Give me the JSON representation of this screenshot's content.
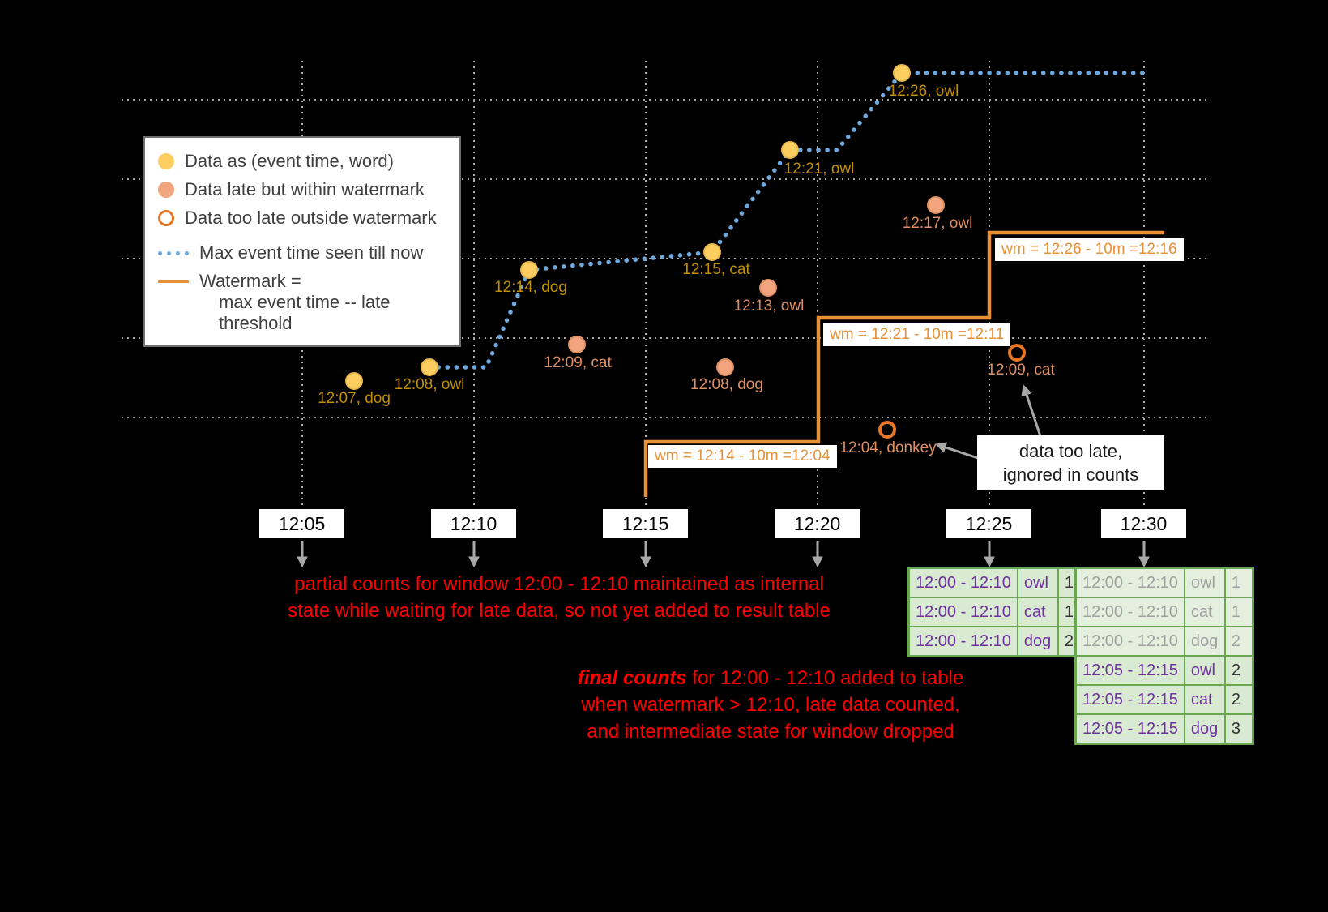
{
  "colors": {
    "background": "#000000",
    "on_time_dot": "#FBCE5F",
    "late_dot": "#F2A47E",
    "too_late_ring": "#E87725",
    "max_event_line": "#6FA8DC",
    "watermark_line": "#E69138",
    "annotation_red": "#FF0000",
    "table_text_purple": "#7030A0",
    "table_green": "#6AA84F",
    "table_green_bg": "#D9EAD3"
  },
  "legend": {
    "items": [
      {
        "label": "Data as (event time, word)"
      },
      {
        "label": "Data late but within watermark"
      },
      {
        "label": "Data too late outside watermark"
      },
      {
        "label": "Max event time seen till now"
      },
      {
        "label": "Watermark =",
        "label2": "max event time -- late threshold"
      }
    ]
  },
  "points": {
    "on_time": [
      {
        "label": "12:07, dog"
      },
      {
        "label": "12:08, owl"
      },
      {
        "label": "12:14, dog"
      },
      {
        "label": "12:15, cat"
      },
      {
        "label": "12:21, owl"
      },
      {
        "label": "12:26, owl"
      }
    ],
    "late": [
      {
        "label": "12:09, cat"
      },
      {
        "label": "12:08, dog"
      },
      {
        "label": "12:13, owl"
      },
      {
        "label": "12:17, owl"
      }
    ],
    "too_late": [
      {
        "label": "12:04, donkey"
      },
      {
        "label": "12:09, cat"
      }
    ]
  },
  "watermark_labels": [
    {
      "label": "wm = 12:14 - 10m =12:04"
    },
    {
      "label": "wm = 12:21 - 10m =12:11"
    },
    {
      "label": "wm = 12:26 - 10m =12:16"
    }
  ],
  "x_axis": {
    "ticks": [
      "12:05",
      "12:10",
      "12:15",
      "12:20",
      "12:25",
      "12:30"
    ]
  },
  "annotations": {
    "partial_line1": "partial counts for window 12:00 - 12:10 maintained as internal",
    "partial_line2": "state while waiting for late data, so not yet added  to result table",
    "final_bold": "final counts",
    "final_line1_rest": " for 12:00 - 12:10 added to table",
    "final_line2": "when watermark > 12:10, late data counted,",
    "final_line3": "and intermediate state for window dropped",
    "too_late_line1": "data too late,",
    "too_late_line2": "ignored in counts"
  },
  "result_tables": {
    "at_12_25": {
      "rows": [
        [
          "12:00 - 12:10",
          "owl",
          "1"
        ],
        [
          "12:00 - 12:10",
          "cat",
          "1"
        ],
        [
          "12:00 - 12:10",
          "dog",
          "2"
        ]
      ]
    },
    "at_12_30": {
      "faded_rows": [
        [
          "12:00 - 12:10",
          "owl",
          "1"
        ],
        [
          "12:00 - 12:10",
          "cat",
          "1"
        ],
        [
          "12:00 - 12:10",
          "dog",
          "2"
        ]
      ],
      "rows": [
        [
          "12:05 - 12:15",
          "owl",
          "2"
        ],
        [
          "12:05 - 12:15",
          "cat",
          "2"
        ],
        [
          "12:05 - 12:15",
          "dog",
          "3"
        ]
      ]
    }
  }
}
